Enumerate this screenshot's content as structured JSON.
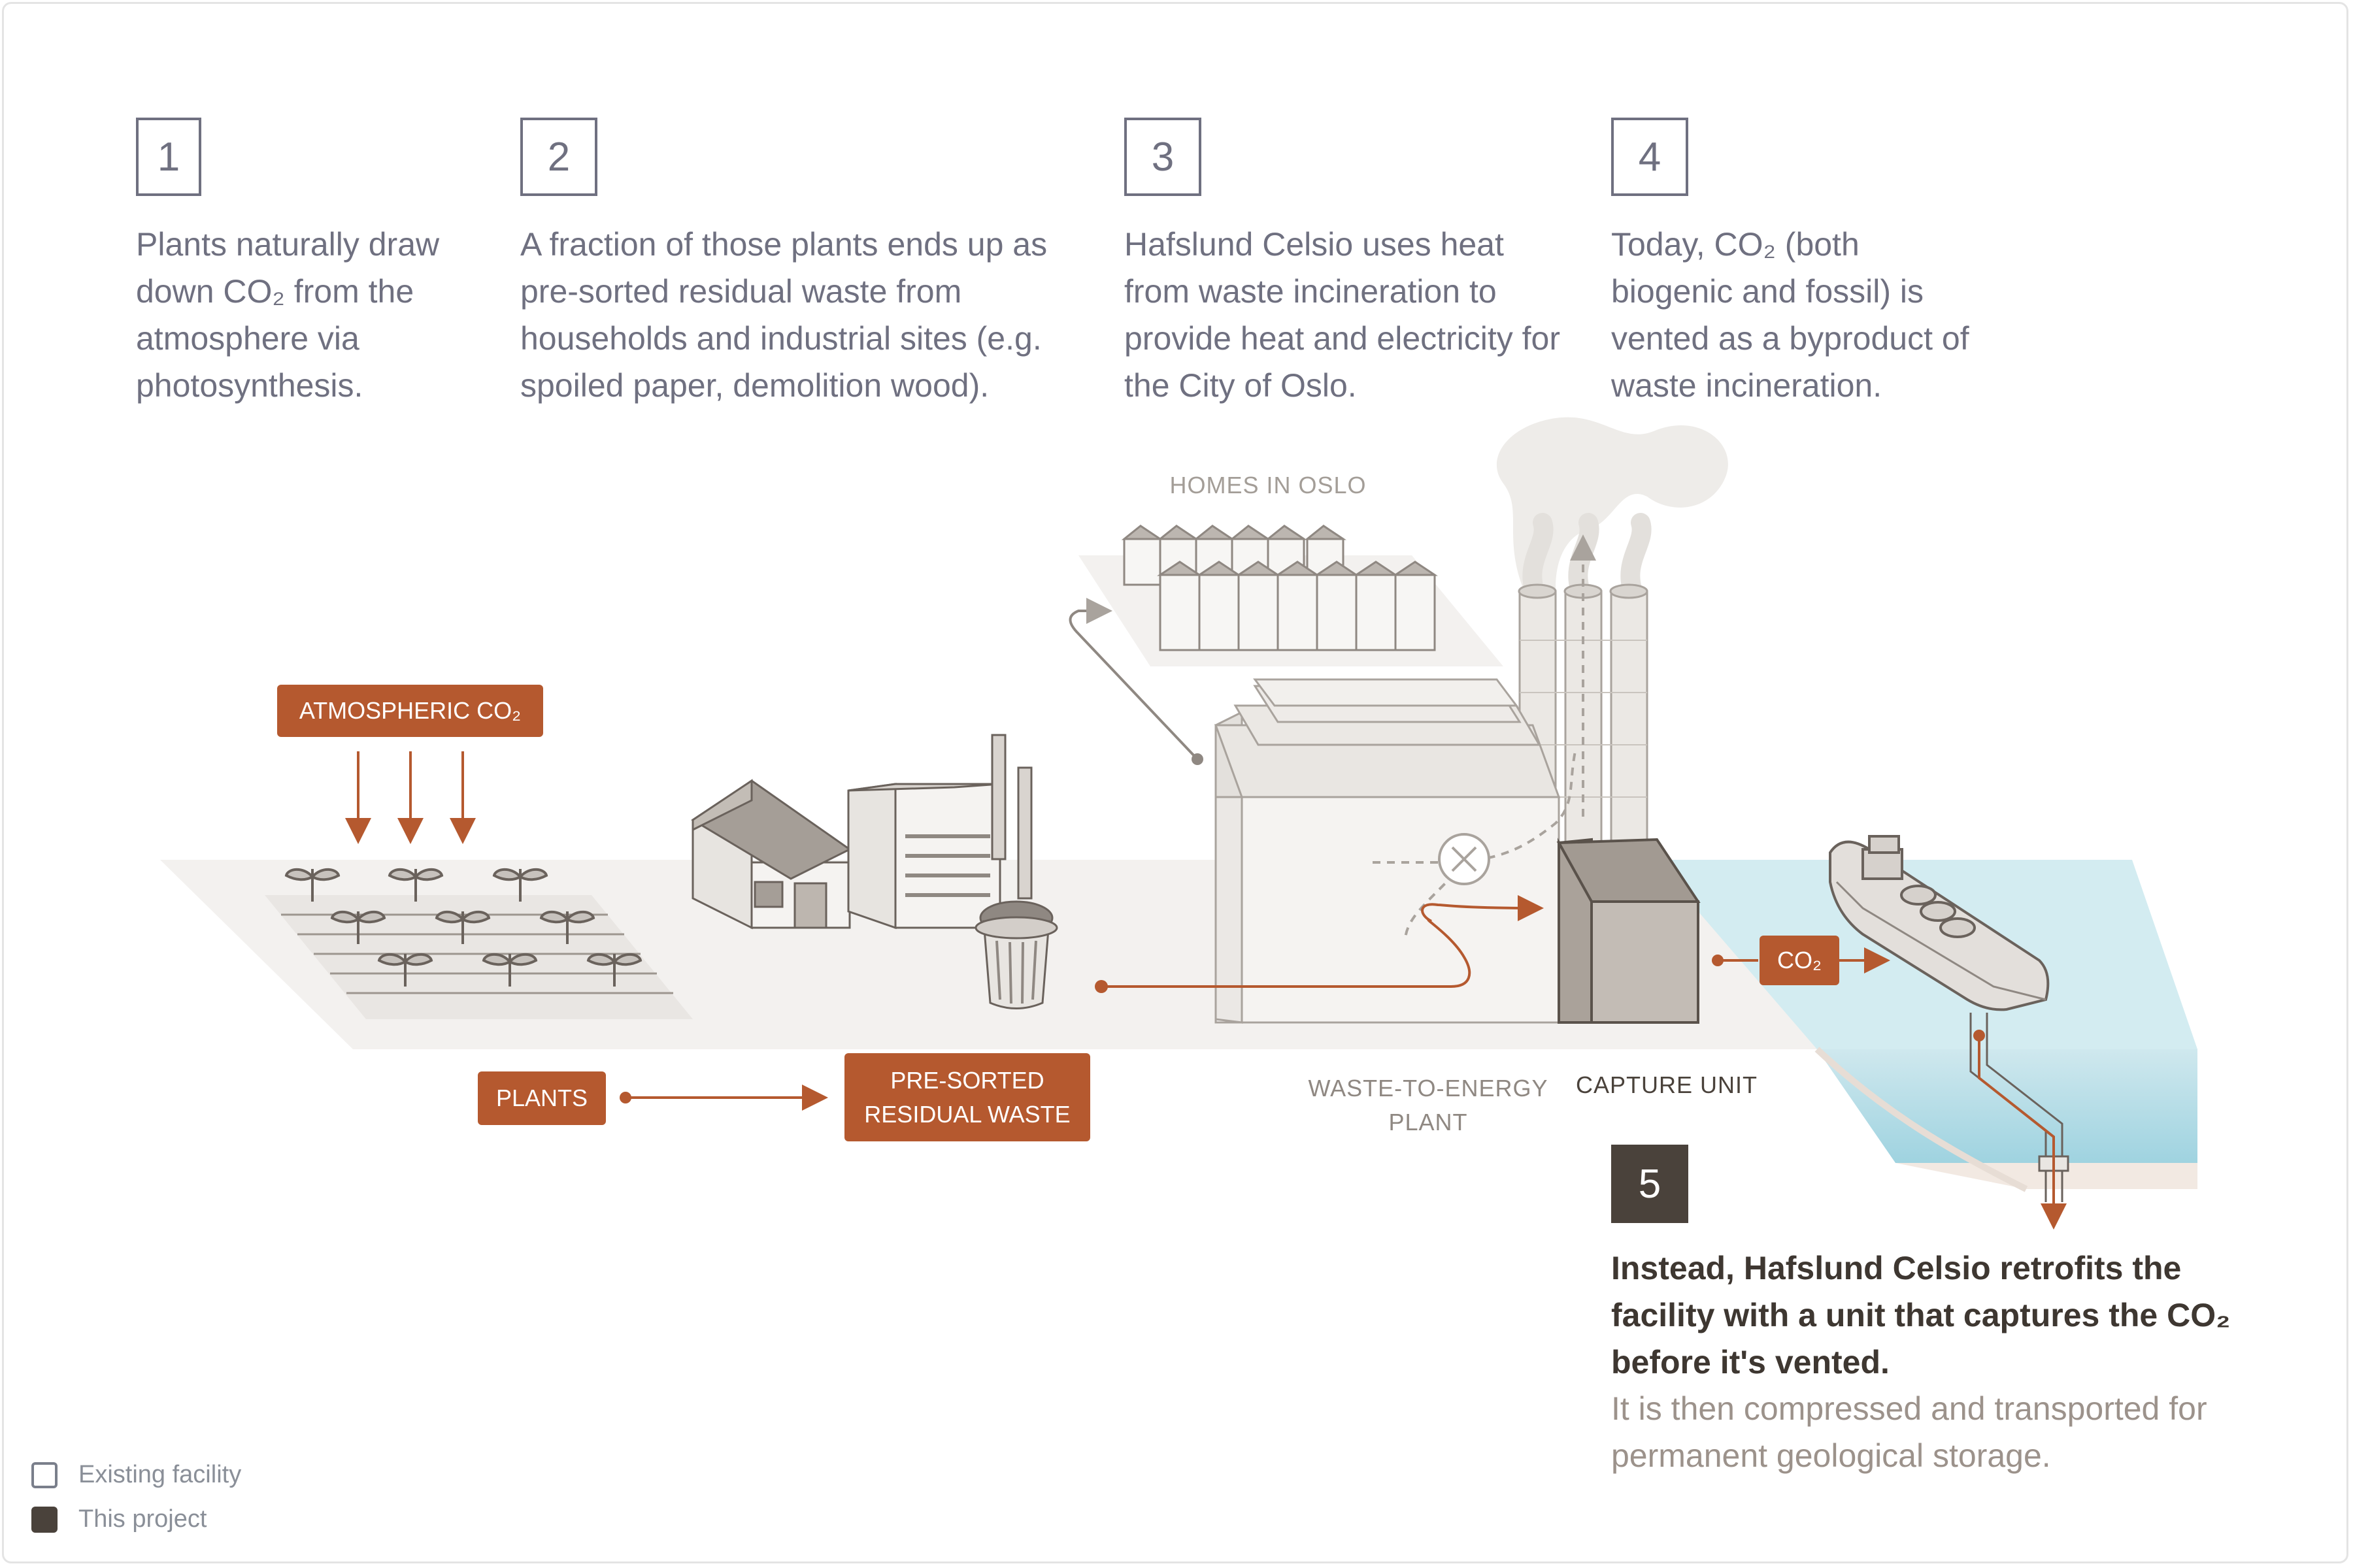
{
  "steps": [
    {
      "number": "1",
      "text": "Plants naturally draw down CO₂ from the atmosphere via photosynthesis."
    },
    {
      "number": "2",
      "text": "A fraction of those plants ends up as pre-sorted residual waste from households and industrial sites (e.g. spoiled paper, demolition wood)."
    },
    {
      "number": "3",
      "text": "Hafslund Celsio uses heat from waste incineration to provide heat and electricity for the City of Oslo."
    },
    {
      "number": "4",
      "text": "Today, CO₂ (both biogenic and fossil) is vented as a byproduct of waste incineration."
    },
    {
      "number": "5",
      "main": "Instead, Hafslund Celsio retrofits the facility with a unit that captures the CO₂ before it's vented.",
      "sub": "It is then compressed and transported for permanent geological storage."
    }
  ],
  "diagram_labels": {
    "atmospheric_co2": "ATMOSPHERIC CO₂",
    "plants": "PLANTS",
    "residual_waste": "PRE-SORTED RESIDUAL WASTE",
    "homes": "HOMES IN OSLO",
    "wte_plant": "WASTE-TO-ENERGY PLANT",
    "capture_unit": "CAPTURE UNIT",
    "co2_tag": "CO₂"
  },
  "legend": {
    "existing": "Existing facility",
    "project": "This project"
  },
  "colors": {
    "accent": "#b5592f",
    "dark": "#4a423b",
    "text_gray": "#6f7080",
    "water": "#bfe2ea",
    "ground": "#f3f1ef"
  }
}
